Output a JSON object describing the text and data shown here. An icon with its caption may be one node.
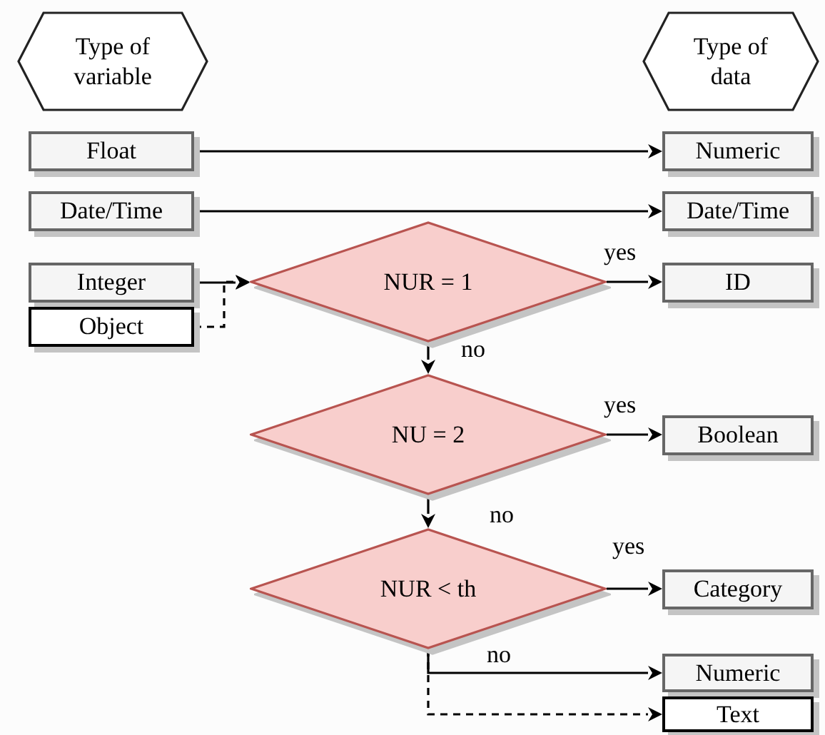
{
  "diagram": {
    "nodes": [
      {
        "text": [
          "Type of variable"
        ]
      },
      {
        "text": [
          "Type of data"
        ]
      },
      {
        "text": [
          "Float"
        ]
      },
      {
        "text": [
          "Numeric"
        ]
      },
      {
        "text": [
          "Date/Time"
        ]
      },
      {
        "text": [
          "Date/Time"
        ]
      },
      {
        "text": [
          "Integer"
        ]
      },
      {
        "text": [
          "Object"
        ]
      },
      {
        "text": [
          "NUR = 1"
        ]
      },
      {
        "text": [
          "ID"
        ]
      },
      {
        "text": [
          "NU = 2"
        ]
      },
      {
        "text": [
          "Boolean"
        ]
      },
      {
        "text": [
          "NUR < th"
        ]
      },
      {
        "text": [
          "Category"
        ]
      },
      {
        "text": [
          "Numeric"
        ]
      },
      {
        "text": [
          "Text"
        ]
      }
    ],
    "edges": [
      {
        "from": 2,
        "to": 3,
        "arrow": "to"
      },
      {
        "from": 4,
        "to": 5,
        "arrow": "to"
      },
      {
        "from": 6,
        "to": 8,
        "arrow": "to"
      },
      {
        "from": 7,
        "to": 8,
        "arrow": "to",
        "style": "dashed"
      },
      {
        "from": 8,
        "to": 9,
        "arrow": "to",
        "label": "yes"
      },
      {
        "from": 8,
        "to": 10,
        "arrow": "to",
        "label": "no"
      },
      {
        "from": 10,
        "to": 11,
        "arrow": "to",
        "label": "yes"
      },
      {
        "from": 10,
        "to": 12,
        "arrow": "to",
        "label": "no"
      },
      {
        "from": 12,
        "to": 13,
        "arrow": "to",
        "label": "yes"
      },
      {
        "from": 12,
        "to": 14,
        "arrow": "to",
        "label": "no"
      },
      {
        "from": 12,
        "to": 15,
        "arrow": "to",
        "style": "dashed"
      }
    ]
  }
}
